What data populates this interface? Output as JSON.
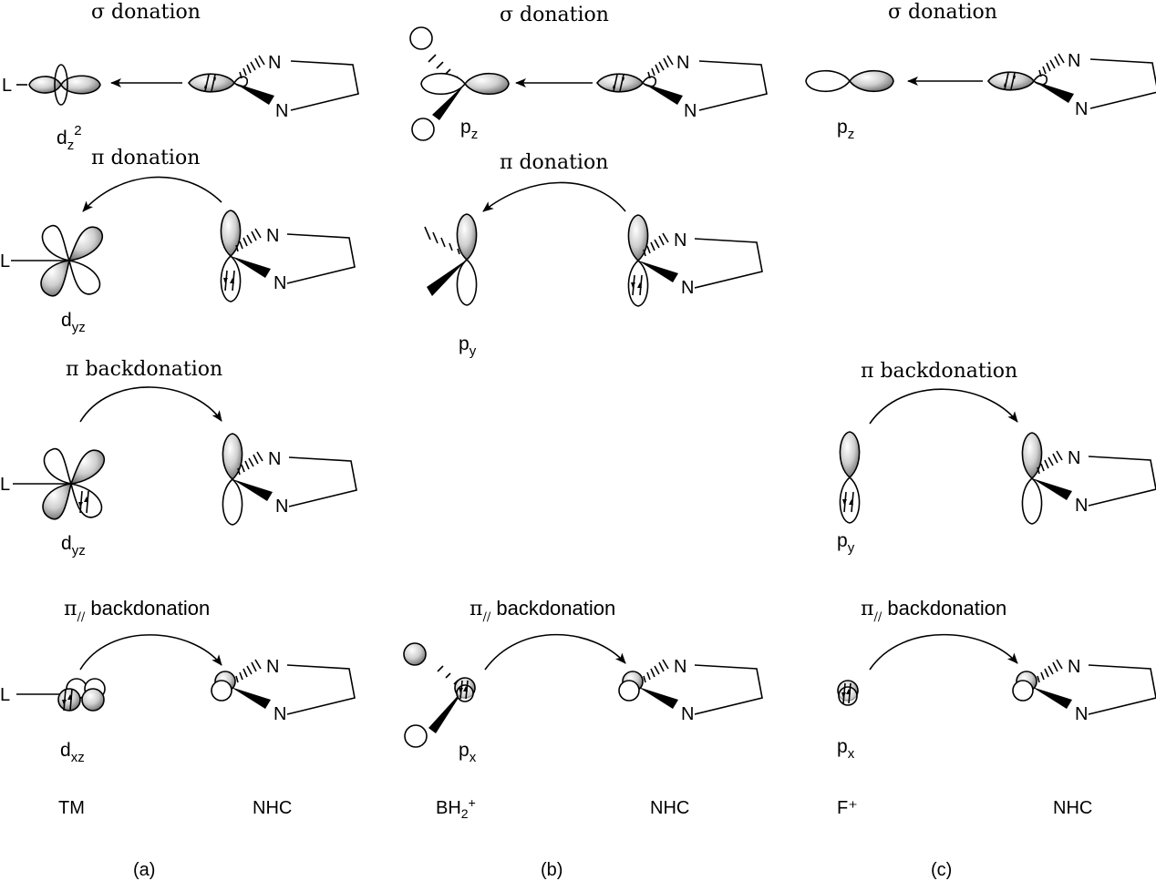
{
  "figure": {
    "headings": {
      "sigma_donation": "σ donation",
      "pi_donation": "π donation",
      "pi_backdonation": "π backdonation",
      "pi_par_symbol": "π",
      "pi_par_sub": "//",
      "backdonation_word": " backdonation"
    },
    "orbitals": {
      "d": "d",
      "p": "p",
      "z": "z",
      "y": "y",
      "x": "x",
      "yz": "yz",
      "xz": "xz",
      "sq": "2"
    },
    "atoms": {
      "N": "N",
      "L": "L"
    },
    "fragments": {
      "tm": "TM",
      "nhc": "NHC",
      "bh2_main": "BH",
      "bh2_sub": "2",
      "bh2_sup": "+",
      "f_plus": "F⁺"
    },
    "panels": {
      "a": "(a)",
      "b": "(b)",
      "c": "(c)"
    },
    "colors": {
      "ink": "#000000",
      "paper": "#ffffff",
      "shade_light": "#ffffff",
      "shade_dark": "#5a5a5a"
    }
  }
}
